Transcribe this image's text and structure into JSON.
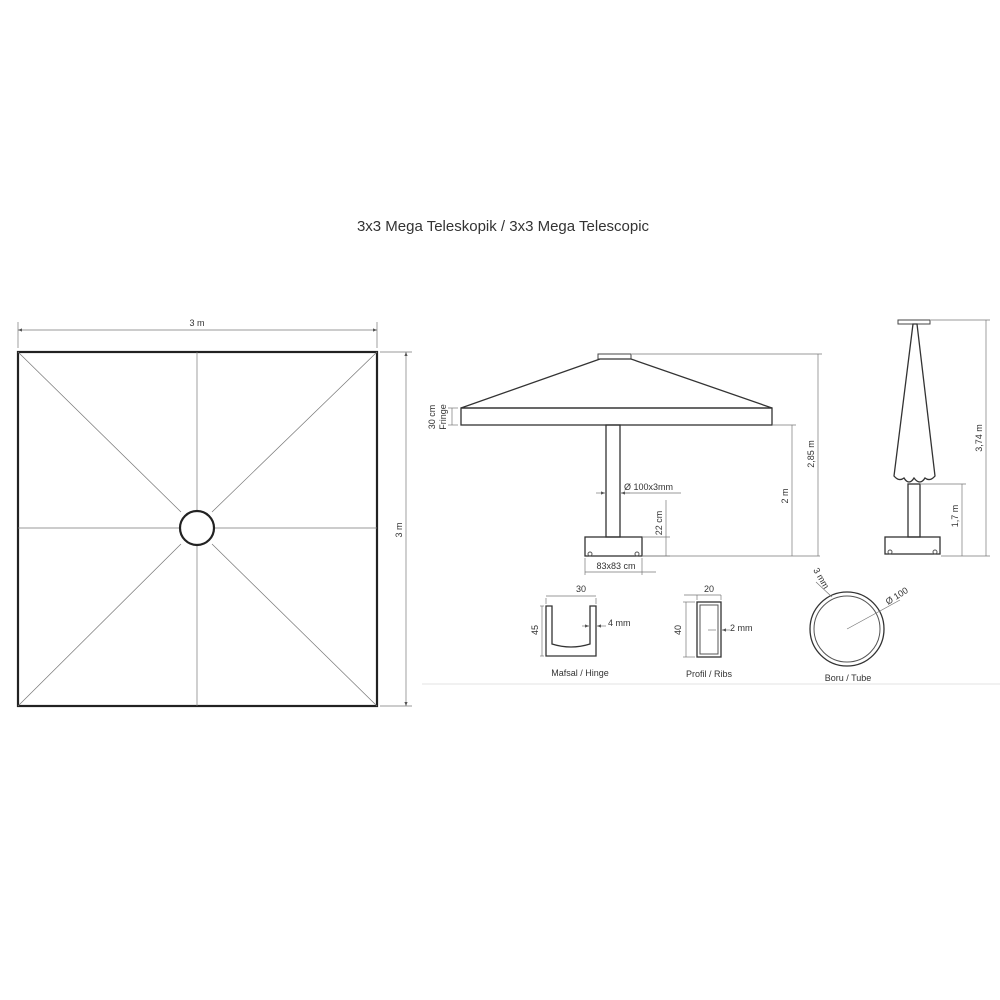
{
  "title": "3x3 Mega Teleskopik / 3x3 Mega Telescopic",
  "colors": {
    "line": "#555555",
    "outline": "#222222",
    "background": "#ffffff"
  },
  "top_view": {
    "width_label": "3 m",
    "height_label": "3 m"
  },
  "side_view": {
    "fringe_label_1": "30 cm",
    "fringe_label_2": "Fringe",
    "pole_label": "Ø 100x3mm",
    "base_height_label": "22 cm",
    "clearance_label": "2 m",
    "total_height_label": "2,85 m",
    "base_label": "83x83 cm"
  },
  "closed_view": {
    "total_height_label": "3,74 m",
    "pole_height_label": "1,7 m"
  },
  "details": {
    "hinge": {
      "caption": "Mafsal / Hinge",
      "width_label": "30",
      "height_label": "45",
      "thickness_label": "4 mm"
    },
    "rib": {
      "caption": "Profil / Ribs",
      "width_label": "20",
      "height_label": "40",
      "thickness_label": "2 mm"
    },
    "tube": {
      "caption": "Boru / Tube",
      "thickness_label": "3 mm",
      "diameter_label": "Ø 100"
    }
  }
}
